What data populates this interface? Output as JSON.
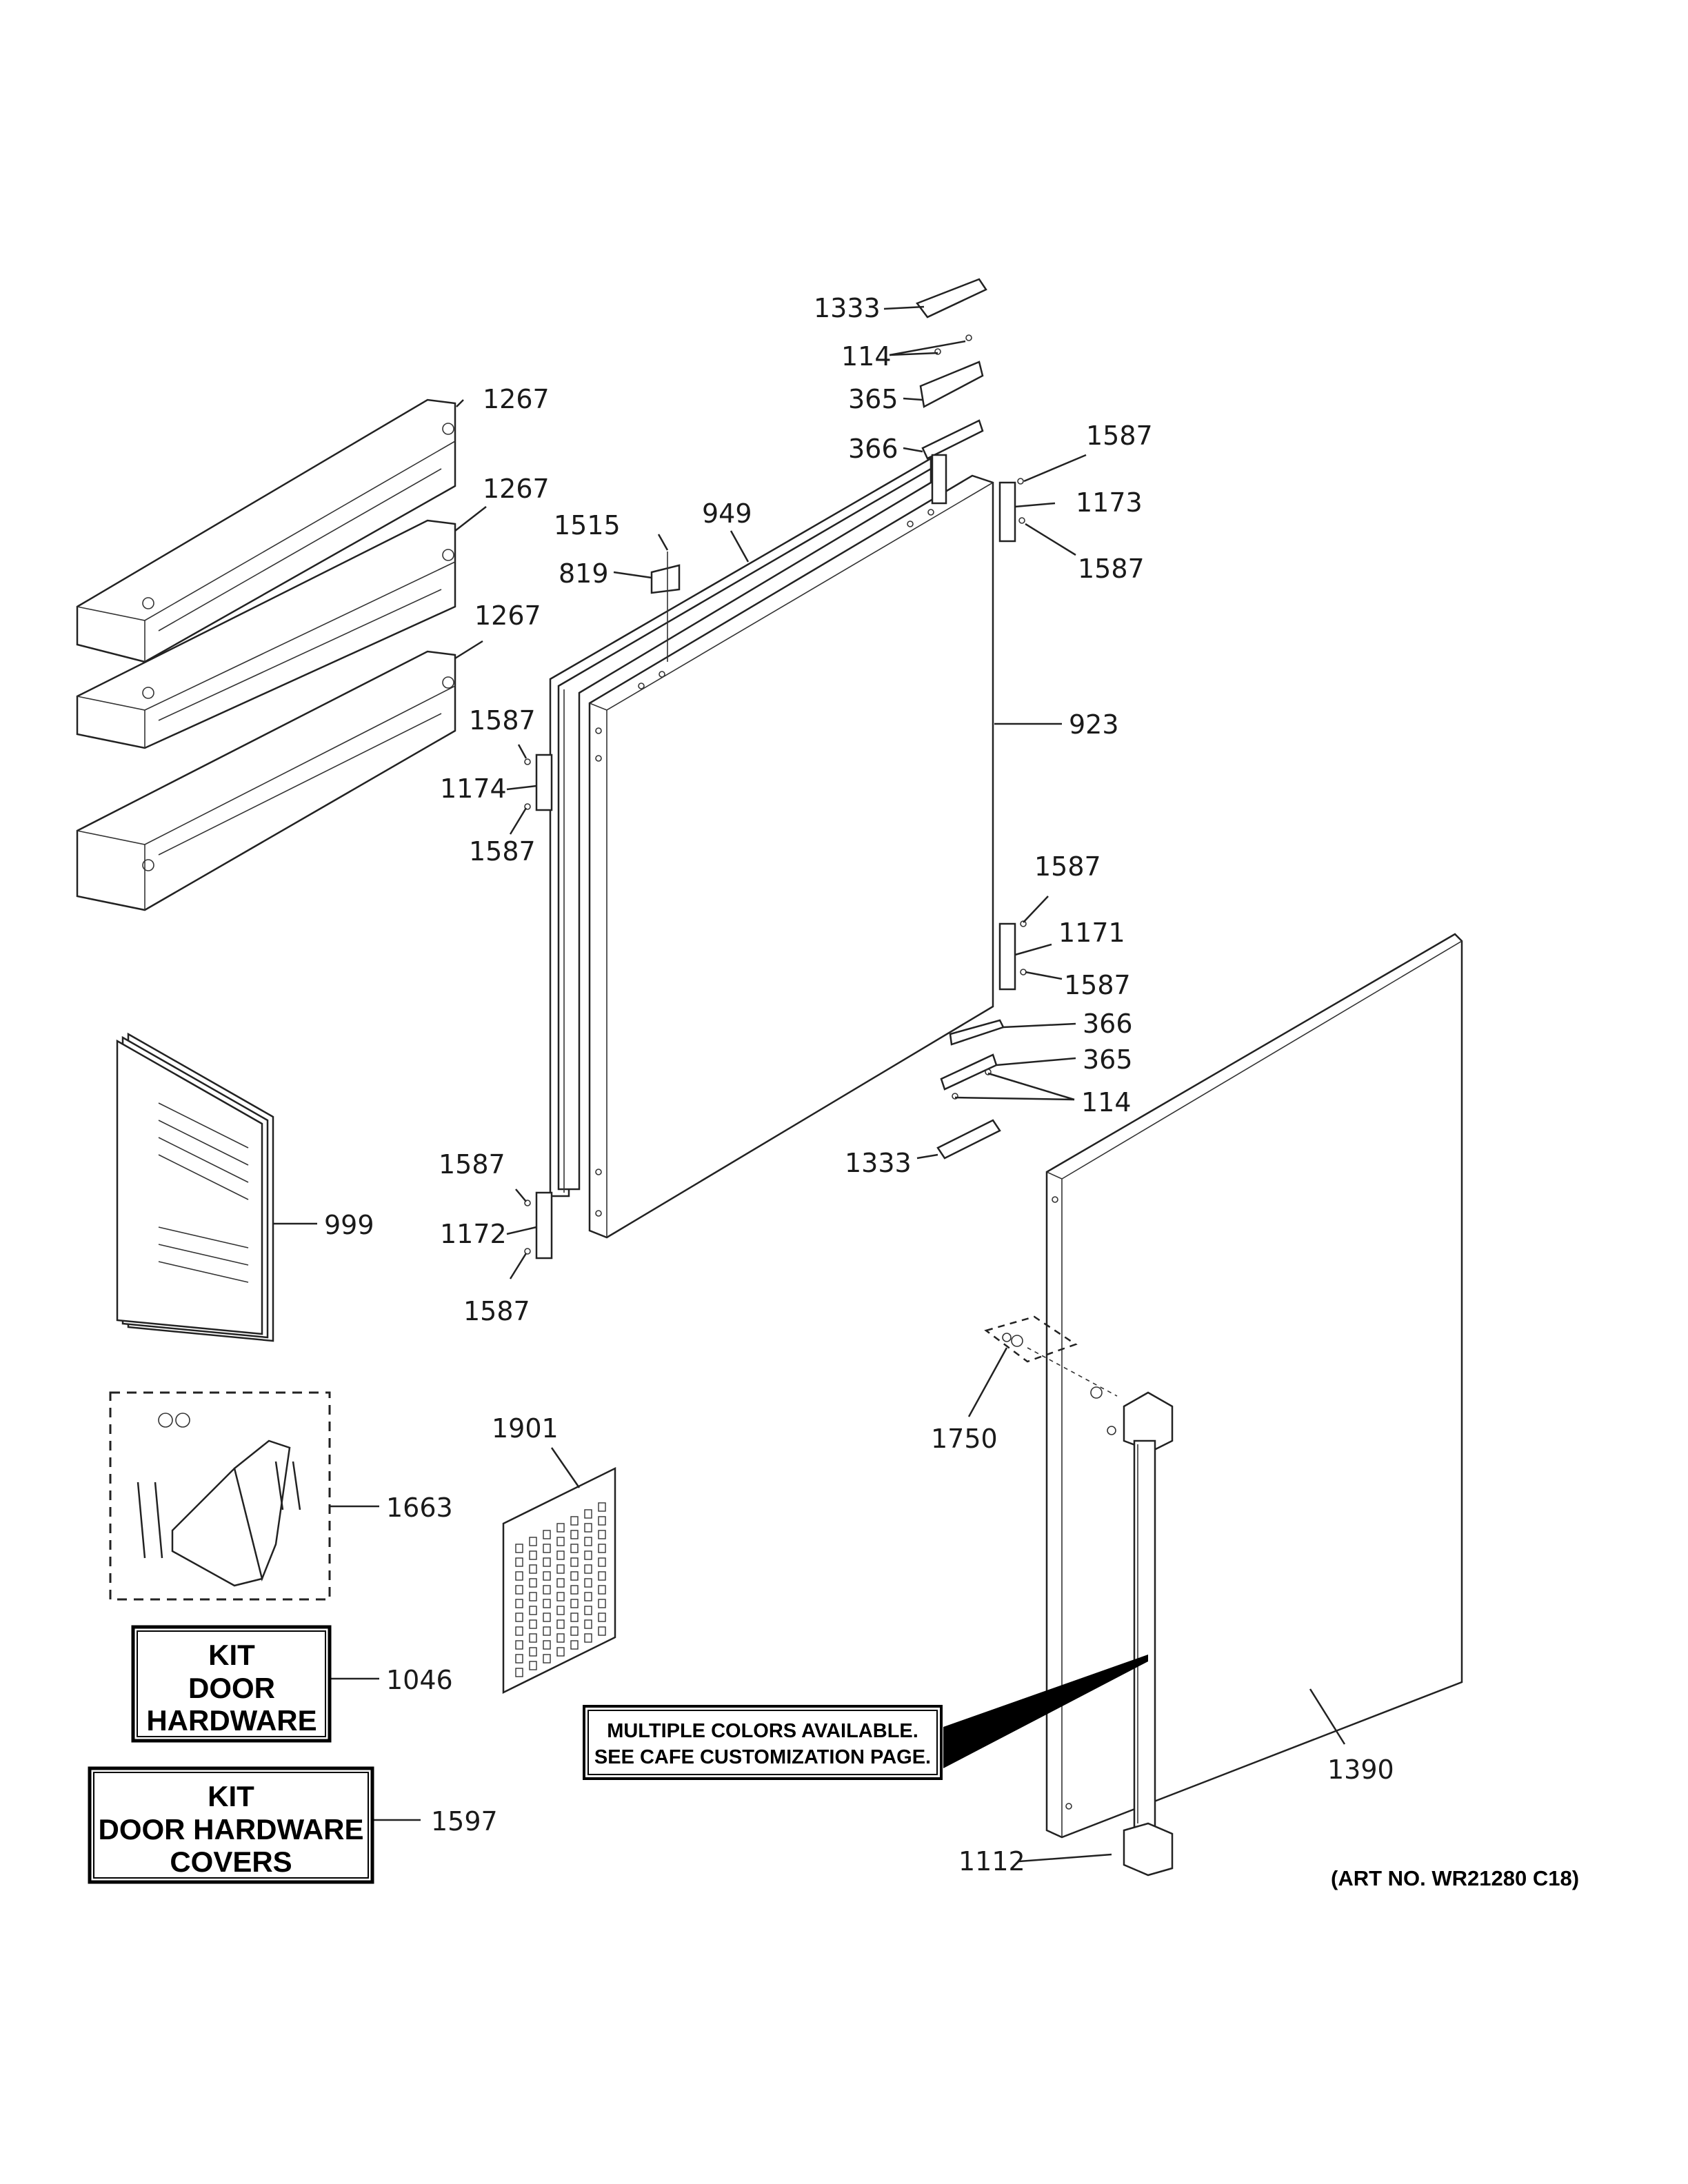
{
  "callouts": {
    "c1333_top": "1333",
    "c114_top": "114",
    "c365_top": "365",
    "c366_top": "366",
    "c1587_a": "1587",
    "c1173": "1173",
    "c1587_b": "1587",
    "c1267_a": "1267",
    "c1267_b": "1267",
    "c1267_c": "1267",
    "c1515": "1515",
    "c949": "949",
    "c819": "819",
    "c923": "923",
    "c1587_c": "1587",
    "c1174": "1174",
    "c1587_d": "1587",
    "c1587_e": "1587",
    "c1171": "1171",
    "c1587_f": "1587",
    "c366_bot": "366",
    "c365_bot": "365",
    "c114_bot": "114",
    "c1333_bot": "1333",
    "c999": "999",
    "c1587_g": "1587",
    "c1172": "1172",
    "c1587_h": "1587",
    "c1901": "1901",
    "c1750": "1750",
    "c1663": "1663",
    "c1046": "1046",
    "c1597": "1597",
    "c1390": "1390",
    "c1112": "1112"
  },
  "kits": {
    "door_hardware": [
      "KIT",
      "DOOR",
      "HARDWARE"
    ],
    "door_hardware_covers": [
      "KIT",
      "DOOR HARDWARE",
      "COVERS"
    ]
  },
  "note": {
    "line1": "MULTIPLE COLORS AVAILABLE.",
    "line2": "SEE CAFE CUSTOMIZATION PAGE."
  },
  "art_number": "(ART NO. WR21280 C18)"
}
